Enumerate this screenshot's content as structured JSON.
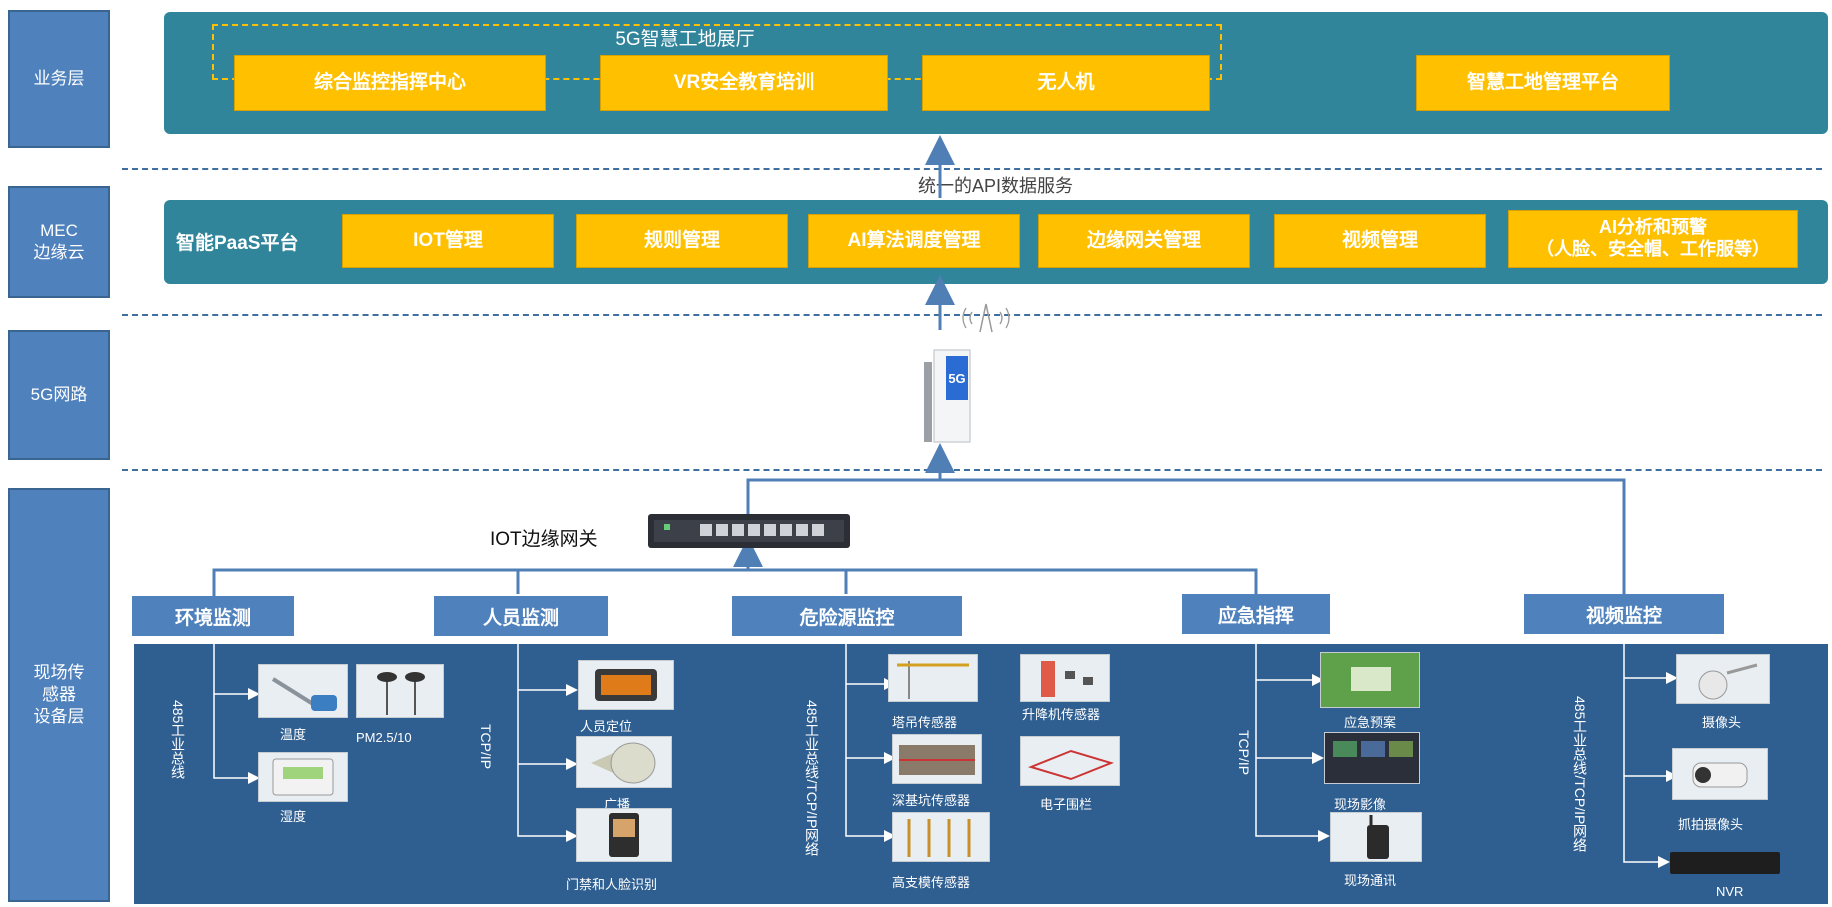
{
  "layers": {
    "business": "业务层",
    "mec": "MEC\n边缘云",
    "network": "5G网路",
    "sensor": "现场传\n感器\n设备层"
  },
  "business": {
    "showroom_title": "5G智慧工地展厅",
    "boxes": [
      "综合监控指挥中心",
      "VR安全教育培训",
      "无人机",
      "智慧工地管理平台"
    ]
  },
  "api_label": "统一的API数据服务",
  "mec": {
    "platform_label": "智能PaaS平台",
    "boxes": [
      "IOT管理",
      "规则管理",
      "AI算法调度管理",
      "边缘网关管理",
      "视频管理",
      "AI分析和预警\n（人脸、安全帽、工作服等）"
    ]
  },
  "network": {
    "tower_text": "5G"
  },
  "gateway_label": "IOT边缘网关",
  "categories": [
    "环境监测",
    "人员监测",
    "危险源监控",
    "应急指挥",
    "视频监控"
  ],
  "buses": [
    "485工业总线",
    "TCP/IP",
    "485工业总线/TCP/IP网络",
    "TCP/IP",
    "485工业总线/TCP/IP网络"
  ],
  "devices": {
    "env": [
      "温度",
      "PM2.5/10",
      "湿度"
    ],
    "personnel": [
      "人员定位",
      "广播",
      "门禁和人脸识别"
    ],
    "hazard": [
      "塔吊传感器",
      "升降机传感器",
      "深基坑传感器",
      "电子围栏",
      "高支模传感器"
    ],
    "emergency": [
      "应急预案",
      "现场影像",
      "现场通讯"
    ],
    "video": [
      "摄像头",
      "抓拍摄像头",
      "NVR"
    ]
  },
  "colors": {
    "band": "#31859b",
    "yellow": "#ffc000",
    "layer_blue": "#4f81bd",
    "device_panel": "#2f5f91",
    "line": "#4f7fb5"
  }
}
